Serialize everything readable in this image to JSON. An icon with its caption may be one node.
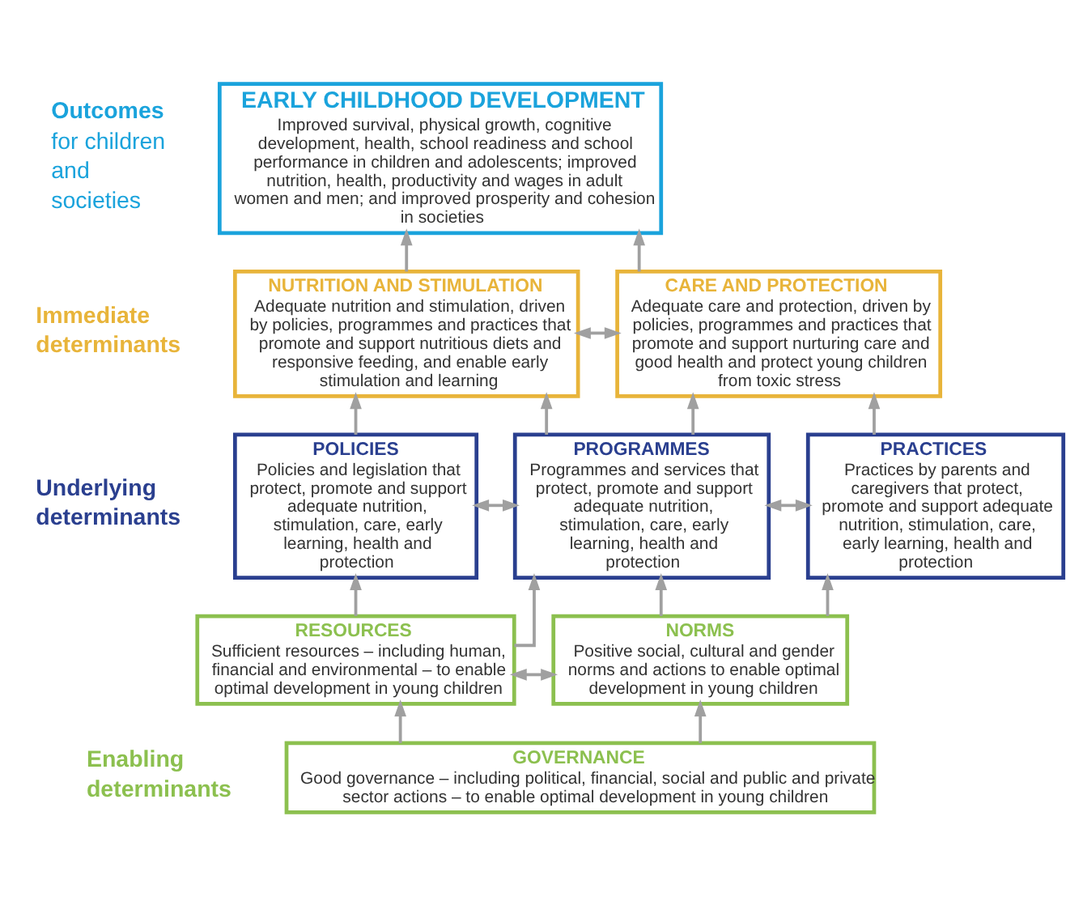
{
  "diagram": {
    "nodes": [
      {
        "text": [
          "EARLY CHILDHOOD DEVELOPMENT",
          "Improved survival, physical growth, cognitive development, health, school readiness and school performance in children and adolescents; improved nutrition, health, productivity and wages in adult women and men; and improved prosperity and cohesion in societies"
        ]
      },
      {
        "text": [
          "NUTRITION AND STIMULATION",
          "Adequate nutrition and stimulation, driven by policies, programmes and practices that promote and support nutritious diets and responsive feeding, and enable early stimulation and learning"
        ]
      },
      {
        "text": [
          "CARE AND PROTECTION",
          "Adequate care and protection, driven by policies, programmes and practices that promote and support nurturing care and good health and protect young children from toxic stress"
        ]
      },
      {
        "text": [
          "POLICIES",
          "Policies and legislation that protect, promote and support adequate nutrition, stimulation, care, early learning, health and protection"
        ]
      },
      {
        "text": [
          "PROGRAMMES",
          "Programmes and services that protect, promote and support adequate nutrition, stimulation, care, early learning, health and protection"
        ]
      },
      {
        "text": [
          "PRACTICES",
          "Practices by parents and caregivers that protect, promote and support adequate nutrition, stimulation, care, early learning, health and protection"
        ]
      },
      {
        "text": [
          "RESOURCES",
          "Sufficient resources – including human, financial and environmental – to enable optimal development in young children"
        ]
      },
      {
        "text": [
          "NORMS",
          "Positive social, cultural and gender norms and actions to enable optimal development in young children"
        ]
      },
      {
        "text": [
          "GOVERNANCE",
          "Good governance – including political, financial, social and public and private sector actions – to enable optimal development in young children"
        ]
      }
    ],
    "edges": [
      {
        "from": 1,
        "to": 0,
        "arrow": "to"
      },
      {
        "from": 2,
        "to": 0,
        "arrow": "to"
      },
      {
        "from": 1,
        "to": 2,
        "arrow": "both"
      },
      {
        "from": 3,
        "to": 1,
        "arrow": "to"
      },
      {
        "from": 4,
        "to": 1,
        "arrow": "to"
      },
      {
        "from": 4,
        "to": 2,
        "arrow": "to"
      },
      {
        "from": 5,
        "to": 2,
        "arrow": "to"
      },
      {
        "from": 3,
        "to": 4,
        "arrow": "both"
      },
      {
        "from": 4,
        "to": 5,
        "arrow": "both"
      },
      {
        "from": 6,
        "to": 3,
        "arrow": "to"
      },
      {
        "from": 6,
        "to": 4,
        "arrow": "to"
      },
      {
        "from": 7,
        "to": 4,
        "arrow": "to"
      },
      {
        "from": 7,
        "to": 5,
        "arrow": "to"
      },
      {
        "from": 6,
        "to": 7,
        "arrow": "both"
      },
      {
        "from": 8,
        "to": 6,
        "arrow": "to"
      },
      {
        "from": 8,
        "to": 7,
        "arrow": "to"
      }
    ],
    "labels": [
      "Outcomes",
      "for children and societies",
      "Immediate determinants",
      "Underlying determinants",
      "Enabling determinants"
    ]
  }
}
